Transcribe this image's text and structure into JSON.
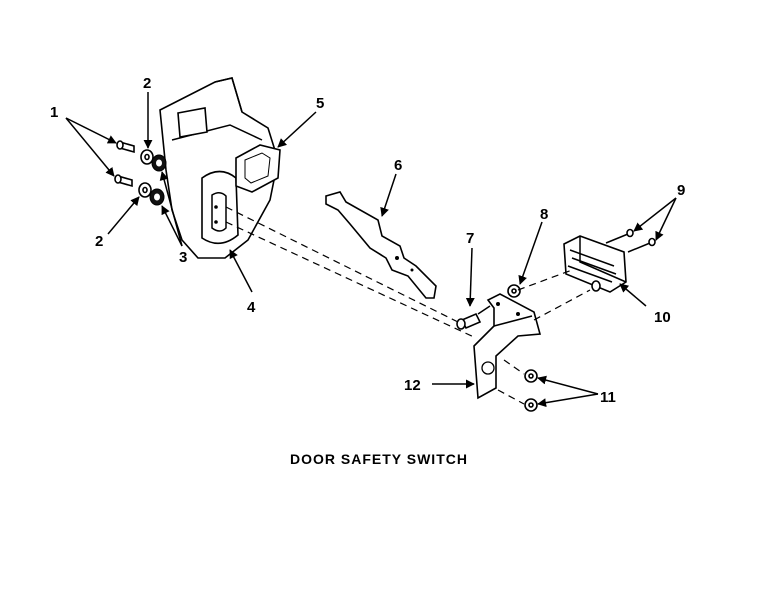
{
  "caption": "DOOR SAFETY SWITCH",
  "callouts": {
    "c1": "1",
    "c2a": "2",
    "c2b": "2",
    "c3": "3",
    "c4": "4",
    "c5": "5",
    "c6": "6",
    "c7": "7",
    "c8": "8",
    "c9": "9",
    "c10": "10",
    "c11": "11",
    "c12": "12"
  }
}
